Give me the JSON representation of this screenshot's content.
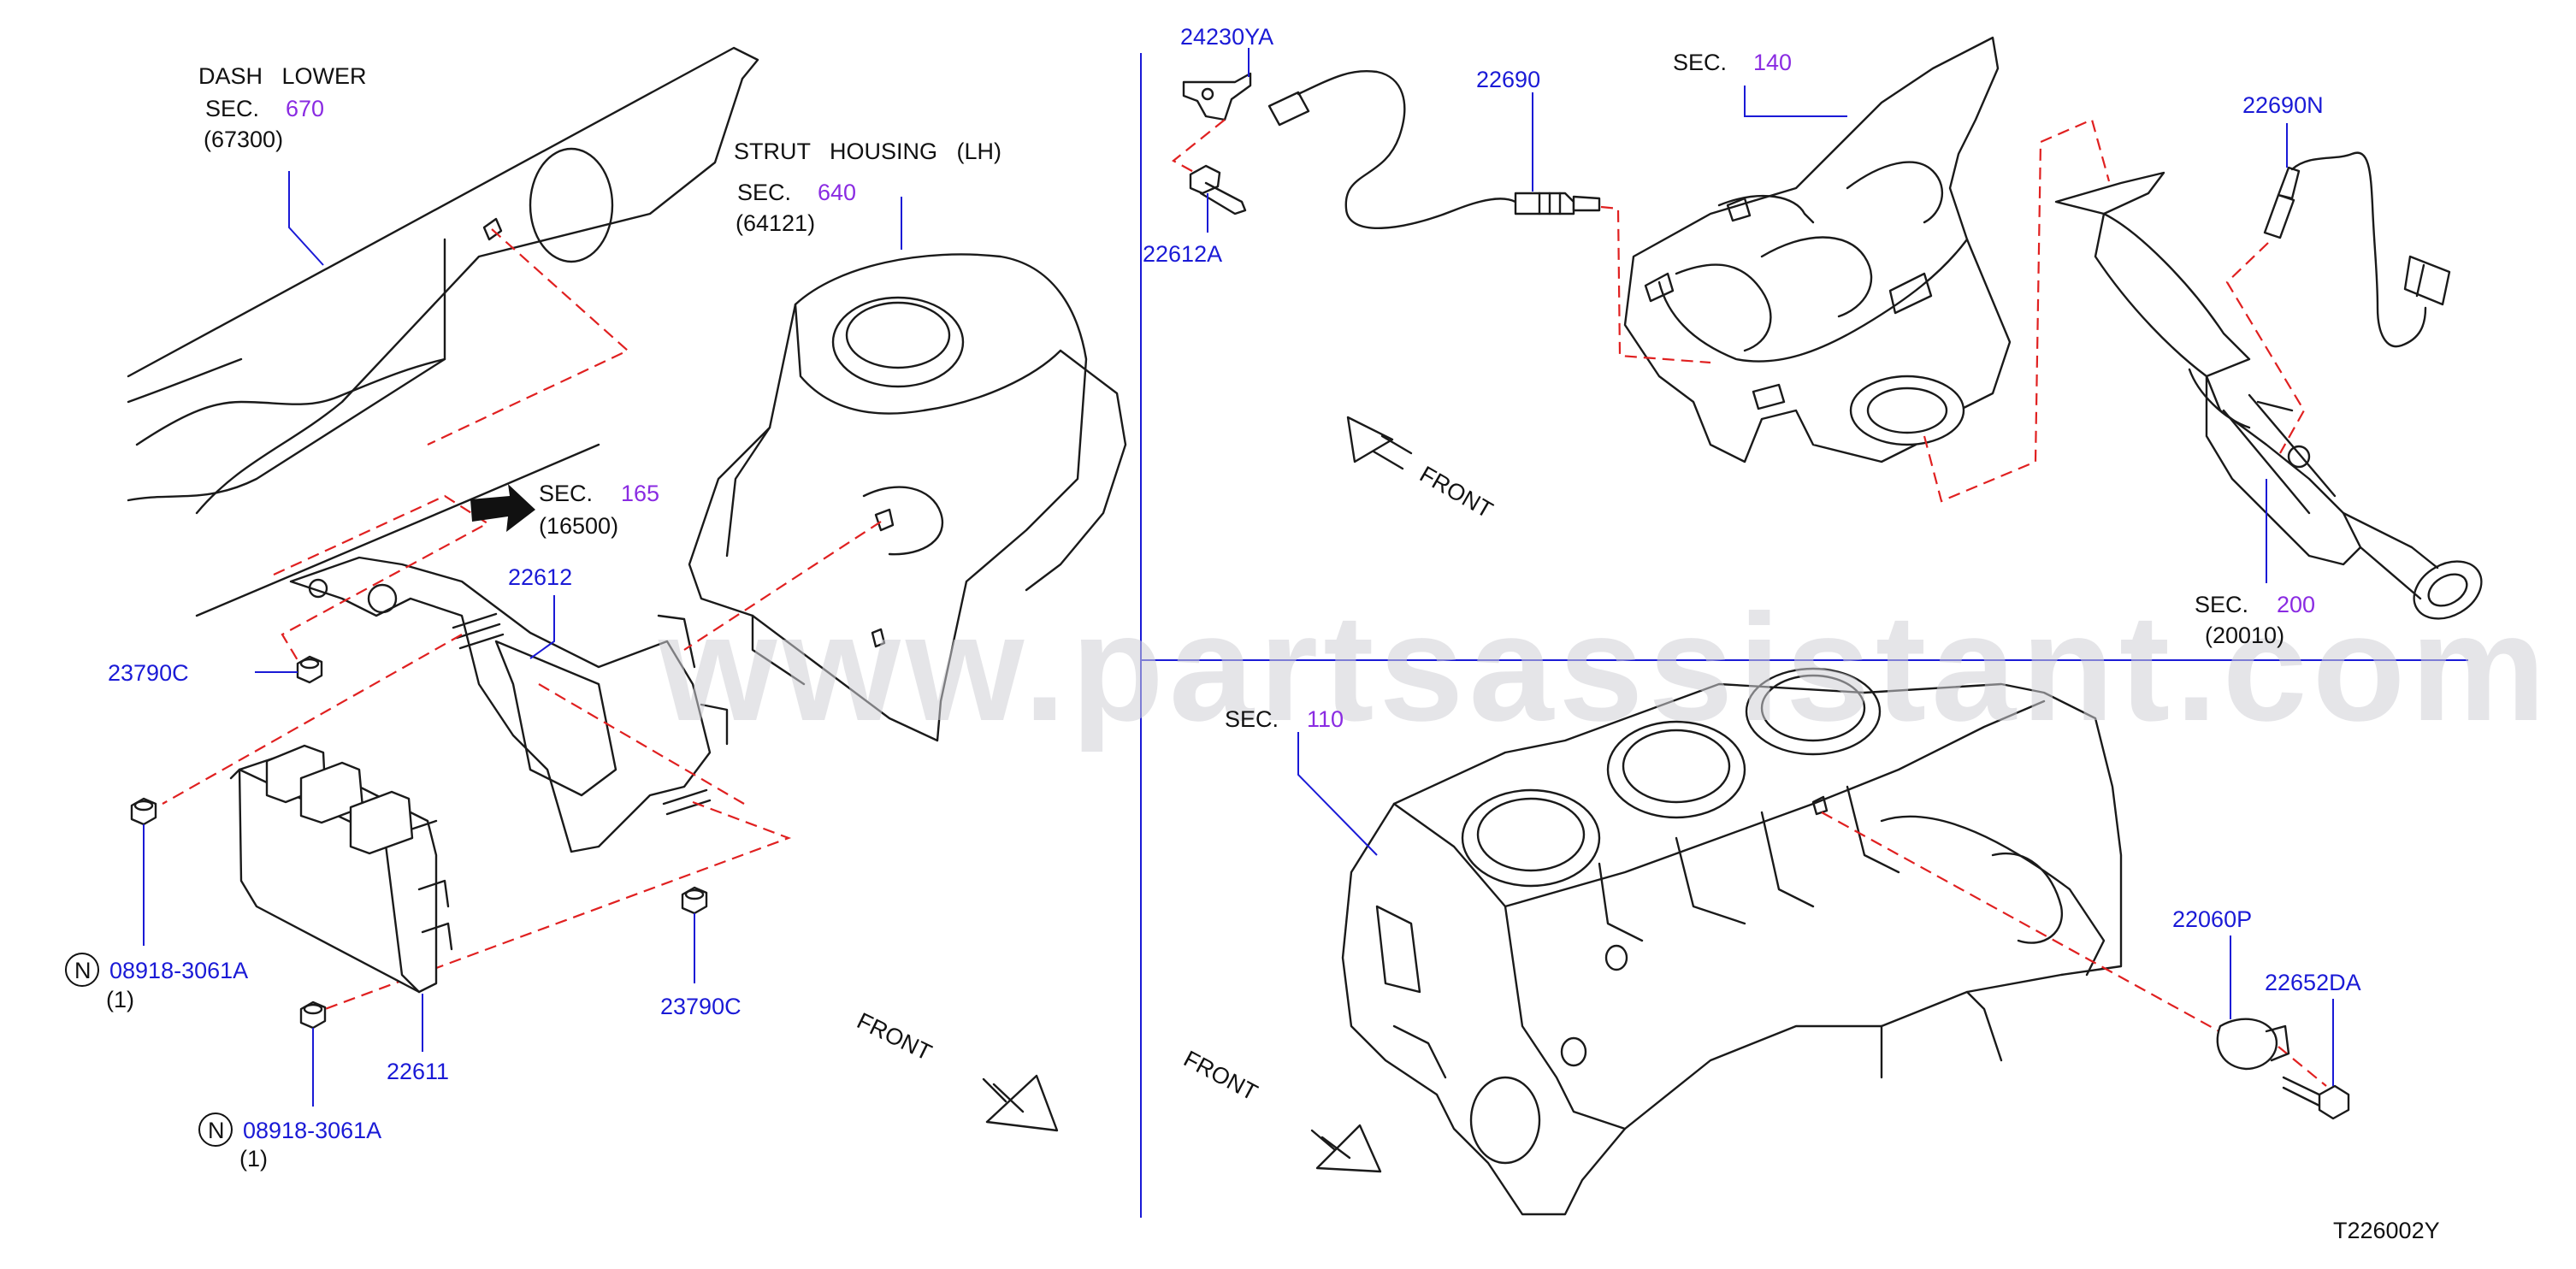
{
  "watermark": "www.partsassistant.com",
  "diagram_code": "T226002Y",
  "labels": {
    "dash_lower_title": "DASH   LOWER",
    "sec_word": "SEC.",
    "sec_670": "670",
    "code_67300": "(67300)",
    "strut_title": "STRUT   HOUSING   (LH)",
    "sec_640": "640",
    "code_64121": "(64121)",
    "sec_165": "165",
    "code_16500": "(16500)",
    "sec_140": "140",
    "sec_200": "200",
    "code_20010": "(20010)",
    "sec_110": "110",
    "front": "FRONT",
    "nut_symbol": "N",
    "qty_1": "(1)"
  },
  "parts": {
    "p24230YA": "24230YA",
    "p22612A": "22612A",
    "p22690": "22690",
    "p22690N": "22690N",
    "p22612": "22612",
    "p23790C": "23790C",
    "p08918": "08918-3061A",
    "p22611": "22611",
    "p22060P": "22060P",
    "p22652DA": "22652DA"
  },
  "colors": {
    "part_number": "#1a1ad6",
    "section_number": "#8a2be2",
    "hidden_line": "#e02020",
    "divider": "#1a1ad6"
  }
}
